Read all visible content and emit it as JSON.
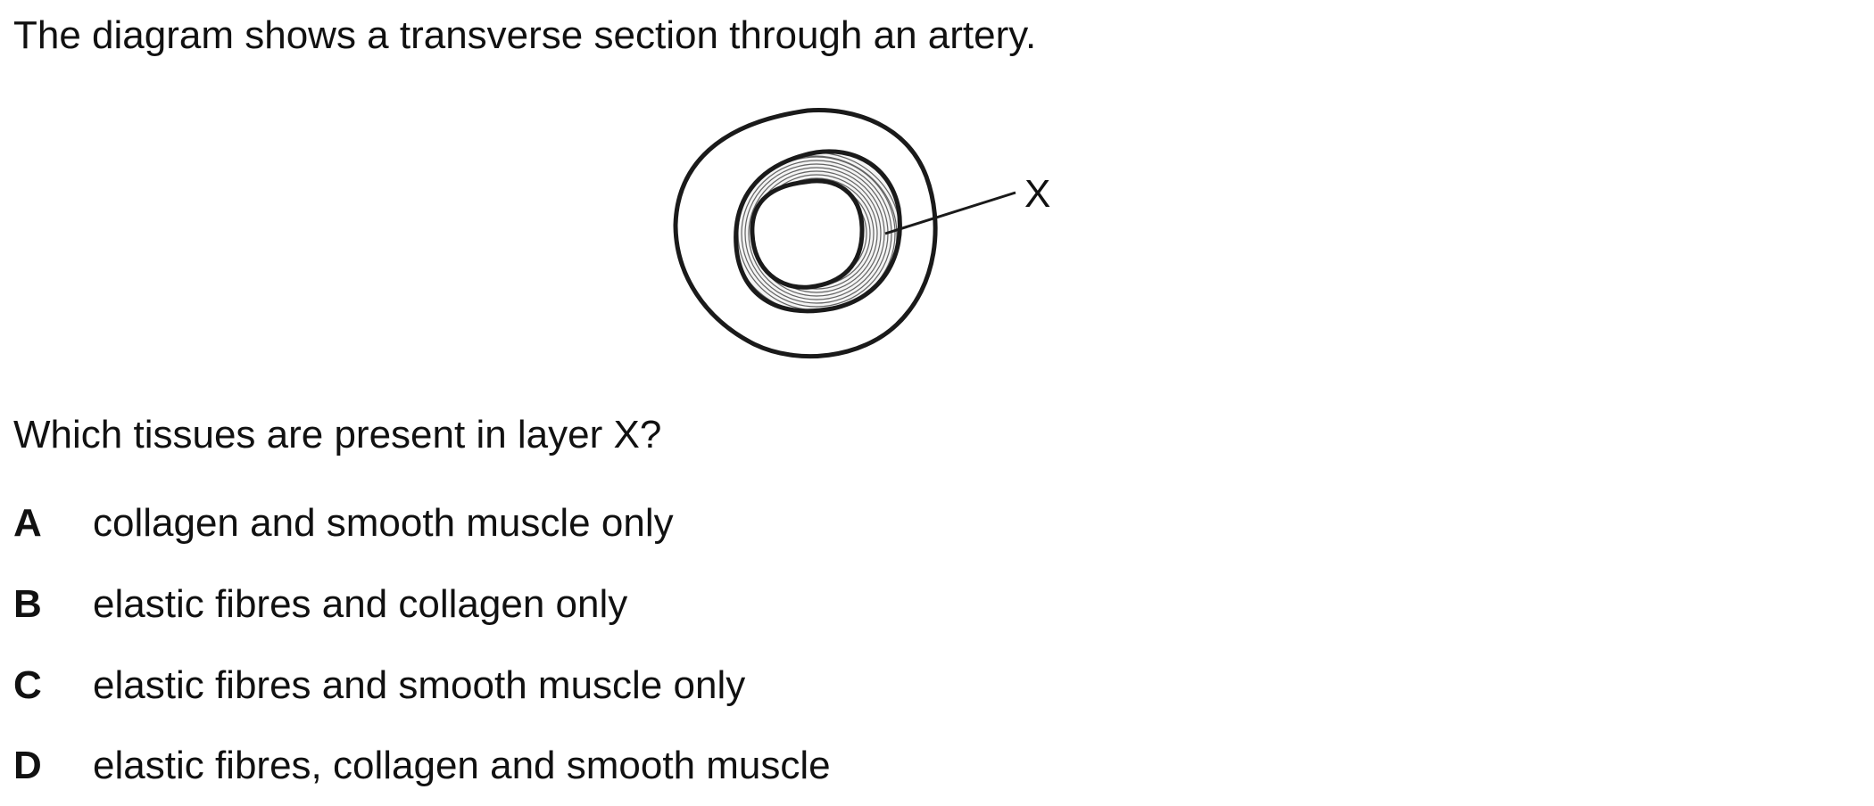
{
  "intro": "The diagram shows a transverse section through an artery.",
  "figure": {
    "label": "X"
  },
  "question": "Which tissues are present in layer X?",
  "options": [
    {
      "letter": "A",
      "text": "collagen and smooth muscle only"
    },
    {
      "letter": "B",
      "text": "elastic fibres and collagen only"
    },
    {
      "letter": "C",
      "text": "elastic fibres and smooth muscle only"
    },
    {
      "letter": "D",
      "text": "elastic fibres, collagen and smooth muscle"
    }
  ]
}
